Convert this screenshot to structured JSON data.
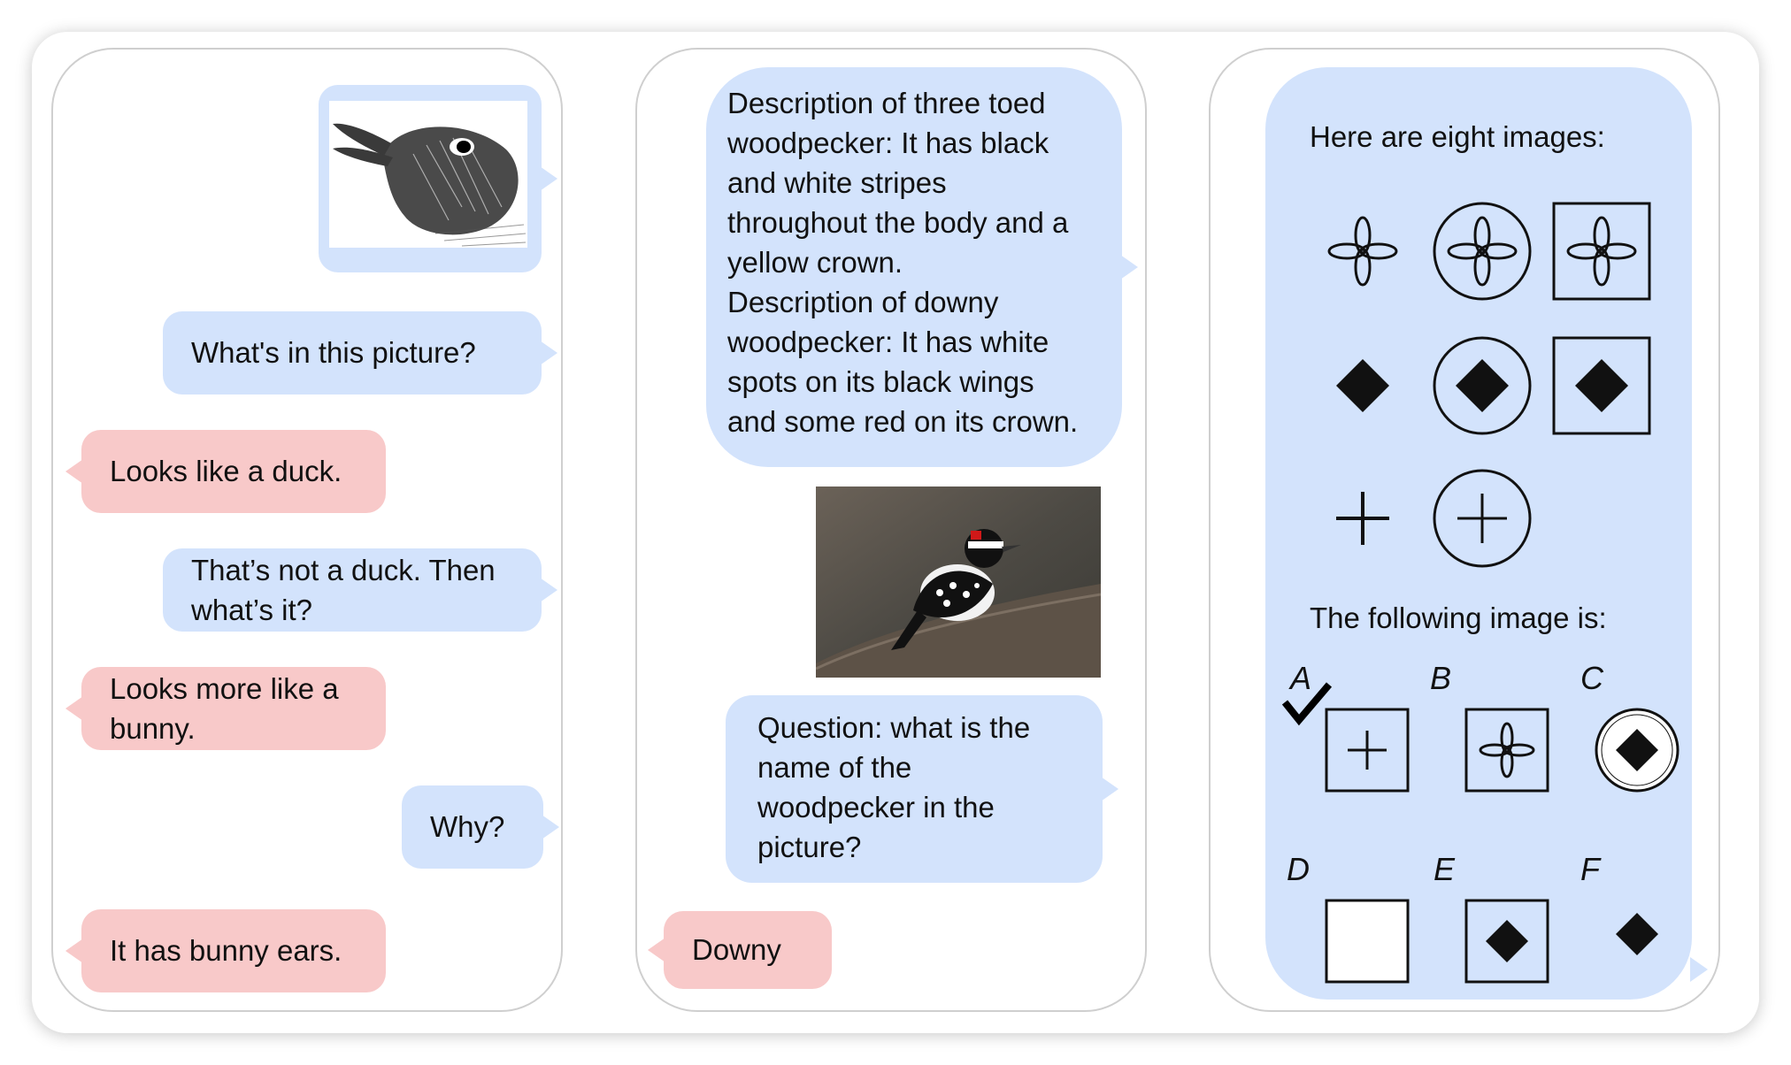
{
  "panel1": {
    "q1": "What's in this picture?",
    "a1": "Looks like a duck.",
    "q2_line1": "That’s not a duck. Then",
    "q2_line2": "what’s it?",
    "a2_line1": "Looks more like a",
    "a2_line2": "bunny.",
    "q3": "Why?",
    "a3": "It has bunny ears."
  },
  "panel2": {
    "desc_lines": [
      "Description of three toed",
      "woodpecker: It has black",
      "and white stripes",
      "throughout the body and a",
      "yellow crown.",
      "Description of downy",
      "woodpecker: It has white",
      "spots on its black wings",
      "and some red on its crown."
    ],
    "question_lines": [
      "Question: what is the",
      "name of the",
      "woodpecker in the",
      "picture?"
    ],
    "answer": "Downy"
  },
  "panel3": {
    "header": "Here are eight images:",
    "prompt": "The following image is:",
    "options": [
      "A",
      "B",
      "C",
      "D",
      "E",
      "F"
    ],
    "correct_option": "A"
  },
  "colors": {
    "user_bubble": "#d3e3fc",
    "model_bubble": "#f8c9c9",
    "panel_border": "#cfcfcf"
  }
}
